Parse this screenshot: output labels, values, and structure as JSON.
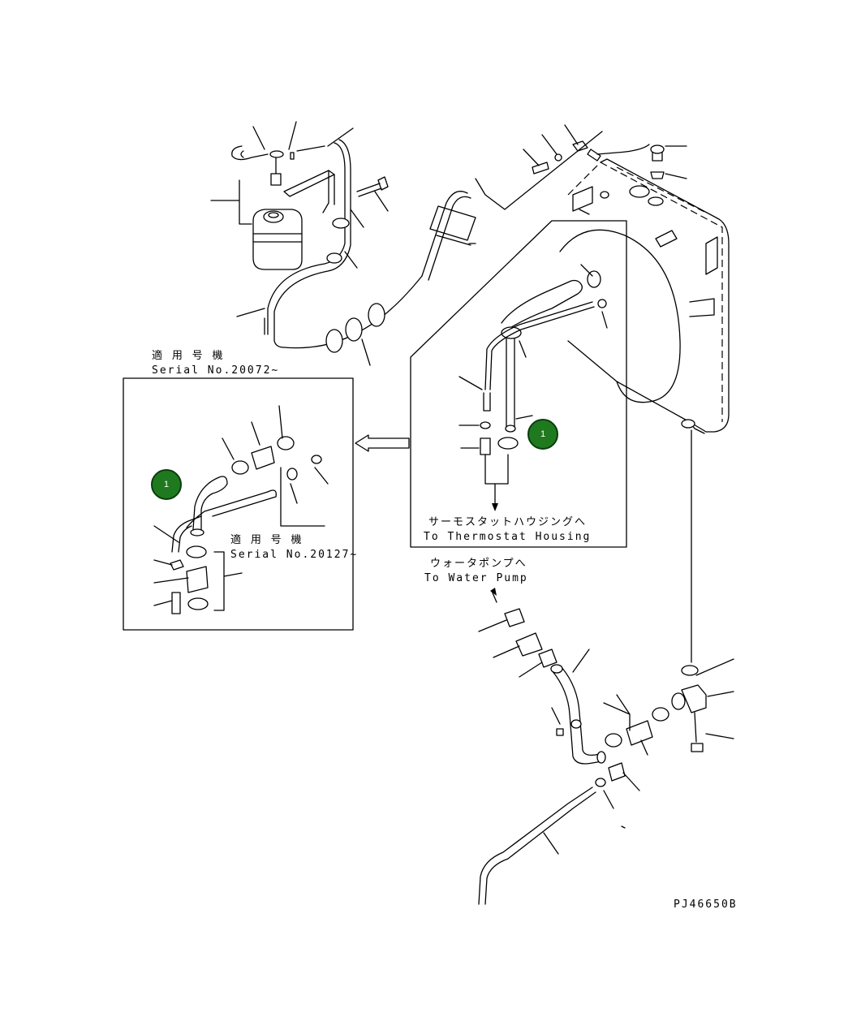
{
  "inset": {
    "applicable_label": "適 用 号 機",
    "serial_label": "Serial No.20072~",
    "secondary_applicable_label": "適 用 号 機",
    "secondary_serial_label": "Serial No.20127~"
  },
  "callouts": {
    "thermostat_jp": "サーモスタットハウジングへ",
    "thermostat_en": "To Thermostat Housing",
    "water_pump_jp": "ウォータポンプへ",
    "water_pump_en": "To Water Pump"
  },
  "markers": {
    "marker_1": "1",
    "marker_2": "1"
  },
  "drawing_code": "PJ46650B"
}
